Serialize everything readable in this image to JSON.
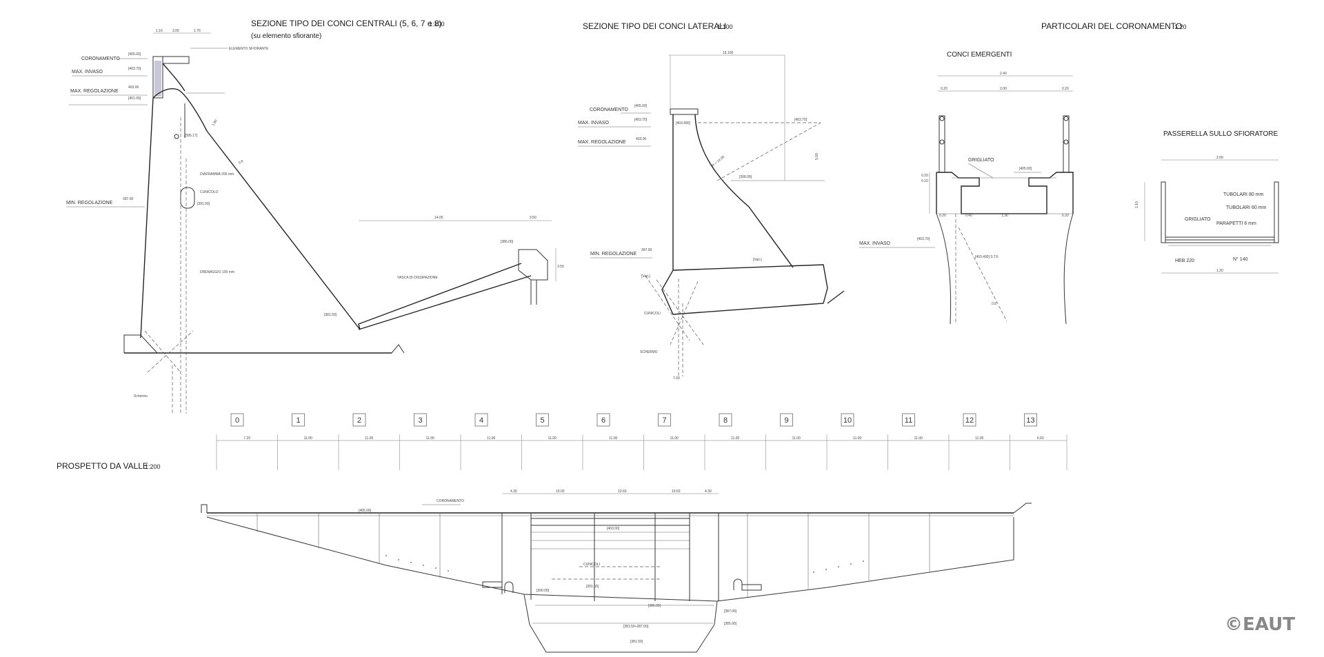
{
  "titles": {
    "central_section": "SEZIONE TIPO DEI CONCI CENTRALI (5, 6, 7 e 8)",
    "central_section_scale": "1:100",
    "central_section_sub": "(su elemento sfiorante)",
    "lateral_section": "SEZIONE TIPO DEI CONCI LATERALI",
    "lateral_section_scale": "1:100",
    "crest_details": "PARTICOLARI DEL CORONAMENTO",
    "crest_details_scale": "1:20",
    "emergent_blocks": "CONCI EMERGENTI",
    "walkway": "PASSERELLA SULLO SFIORATORE",
    "downstream_view": "PROSPETTO DA VALLE",
    "downstream_view_scale": "1:200"
  },
  "central_labels": {
    "coronamento": "CORONAMENTO",
    "max_invaso": "MAX. INVASO",
    "max_regolazione": "MAX. REGOLAZIONE",
    "min_regolazione": "MIN. REGOLAZIONE",
    "elemento_sfiorante": "ELEMENTO SFIORANTE",
    "vasca": "VASCA DI DISSIPAZIONE",
    "drenaggio": "DRENAGGIO 100 mm",
    "cunicolo": "CUNICOLO",
    "schermo": "Schermo",
    "diaframma": "DIAFRAMMA 200 mm"
  },
  "lateral_labels": {
    "coronamento": "CORONAMENTO",
    "max_invaso": "MAX. INVASO",
    "max_regolazione": "MAX. REGOLAZIONE",
    "min_regolazione": "MIN. REGOLAZIONE"
  },
  "crest_labels": {
    "grigliato": "GRIGLIATO",
    "max_invaso": "MAX. INVASO"
  },
  "walkway_labels": {
    "tubolari_80": "TUBOLARI 80 mm",
    "tubolari_60": "TUBOLARI 60 mm",
    "grigliato": "GRIGLIATO",
    "parapetto": "PARAPETTI 6 mm",
    "heb": "HEB 220",
    "n140": "N° 140"
  },
  "view_labels": {
    "coronamento": "CORONAMENTO",
    "cunicoli": "CUNICOLI"
  },
  "blocks": [
    "0",
    "1",
    "2",
    "3",
    "4",
    "5",
    "6",
    "7",
    "8",
    "9",
    "10",
    "11",
    "12",
    "13"
  ],
  "block_dims": [
    "7.20",
    "11.00",
    "11.00",
    "11.00",
    "11.00",
    "11.00",
    "11.00",
    "11.00",
    "11.00",
    "11.00",
    "11.00",
    "11.00",
    "11.00",
    "6.60"
  ],
  "watermark": "©EAUT"
}
